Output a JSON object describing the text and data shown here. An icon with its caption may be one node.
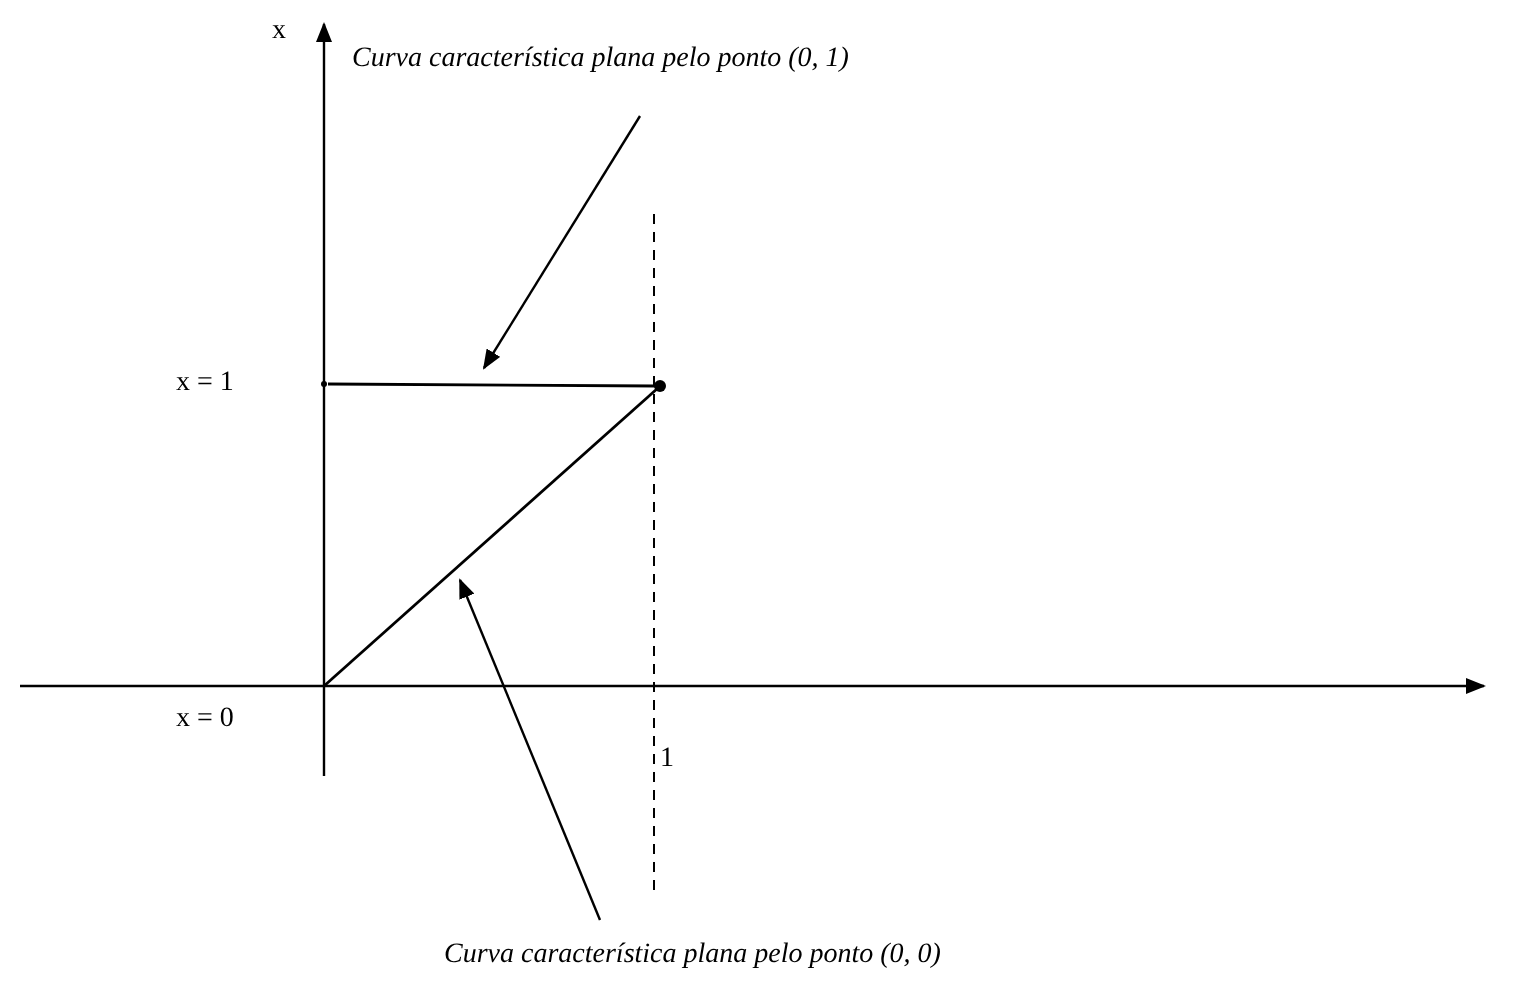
{
  "diagram": {
    "nodes": [
      {
        "text": [
          "Curva característica plana pelo ponto (0, 1)"
        ]
      },
      {
        "text": [],
        "shape": "line"
      },
      {
        "text": [
          "Curva característica plana pelo ponto (0, 0)"
        ]
      },
      {
        "text": [],
        "shape": "line"
      }
    ],
    "edges": [
      {
        "from": 0,
        "to": 1,
        "arrow": "to"
      },
      {
        "from": 2,
        "to": 3,
        "arrow": "to"
      }
    ],
    "labels": [
      "x",
      "x = 1",
      "x = 0",
      "1"
    ]
  }
}
